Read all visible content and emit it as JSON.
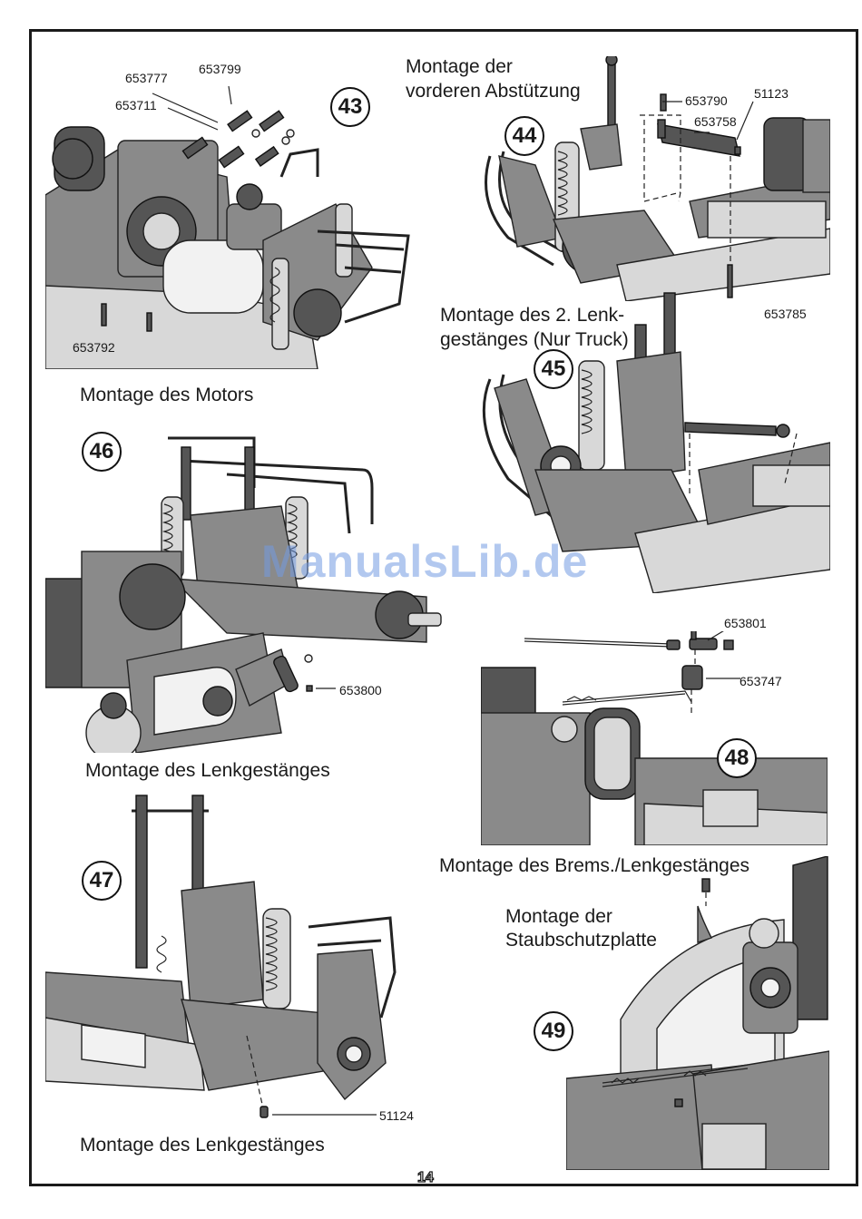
{
  "page": {
    "number": "14",
    "watermark": "ManualsLib.de"
  },
  "steps": [
    {
      "number": "43",
      "caption": "Montage des Motors",
      "parts": [
        "653777",
        "653799",
        "653711",
        "653792"
      ]
    },
    {
      "number": "44",
      "caption_line1": "Montage der",
      "caption_line2": "vorderen Abstützung",
      "parts": [
        "653790",
        "51123",
        "653758",
        "653785"
      ]
    },
    {
      "number": "45",
      "caption_line1": "Montage des 2. Lenk-",
      "caption_line2": "gestänges (Nur Truck)",
      "parts": []
    },
    {
      "number": "46",
      "caption": "Montage des Lenkgestänges",
      "parts": [
        "653800"
      ]
    },
    {
      "number": "47",
      "caption": "Montage des Lenkgestänges",
      "parts": [
        "51124"
      ]
    },
    {
      "number": "48",
      "caption": "Montage des Brems./Lenkgestänges",
      "parts": [
        "653801",
        "653747"
      ]
    },
    {
      "number": "49",
      "caption_line1": "Montage der",
      "caption_line2": "Staubschutzplatte",
      "parts": []
    }
  ]
}
